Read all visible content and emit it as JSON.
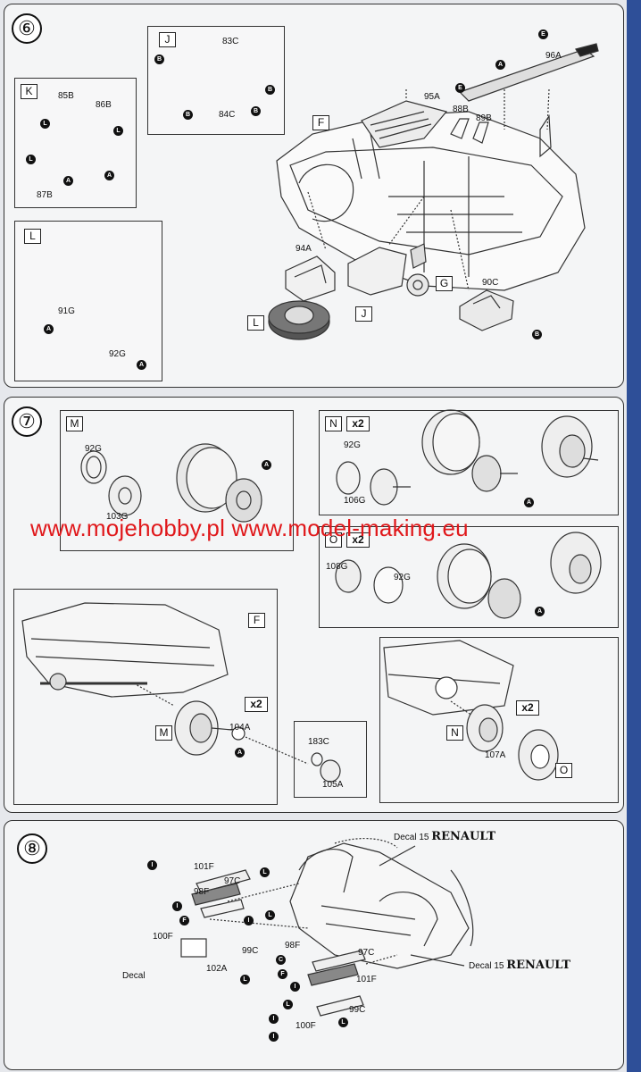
{
  "watermark": "www.mojehobby.pl www.model-making.eu",
  "steps": {
    "s6": {
      "number": "⑥",
      "boxes": {
        "K": {
          "letter": "K",
          "parts": [
            "85B",
            "86B",
            "87B"
          ]
        },
        "J": {
          "letter": "J",
          "parts": [
            "83C",
            "84C"
          ]
        },
        "L": {
          "letter": "L",
          "parts": [
            "91G",
            "92G"
          ]
        },
        "F": {
          "letter": "F",
          "parts": [
            "95A",
            "96A",
            "88B",
            "89B",
            "94A",
            "90C"
          ]
        }
      },
      "callouts": [
        "L",
        "J",
        "G"
      ]
    },
    "s7": {
      "number": "⑦",
      "boxes": {
        "M": {
          "letter": "M",
          "parts": [
            "92G",
            "103G"
          ]
        },
        "N": {
          "letter": "N",
          "qty": "x2",
          "parts": [
            "92G",
            "106G"
          ]
        },
        "O": {
          "letter": "O",
          "qty": "x2",
          "parts": [
            "108G",
            "92G"
          ]
        },
        "F": {
          "letter": "F",
          "qty": "x2",
          "parts": [
            "104A",
            "183C",
            "105A"
          ]
        },
        "N2": {
          "letter": "N",
          "qty": "x2",
          "parts": [
            "107A"
          ],
          "sub": "O"
        }
      }
    },
    "s8": {
      "number": "⑧",
      "parts": [
        "101F",
        "97C",
        "98F",
        "100F",
        "99C",
        "102A",
        "98F",
        "97C",
        "101F",
        "99C",
        "100F"
      ],
      "decal_word": "Decal",
      "decal_num": "15",
      "brand": "RENAULT",
      "decal_small": "Decal"
    }
  },
  "glue": {
    "A": "A",
    "B": "B",
    "C": "C",
    "E": "E",
    "F": "F",
    "L": "L",
    "I": "I"
  }
}
